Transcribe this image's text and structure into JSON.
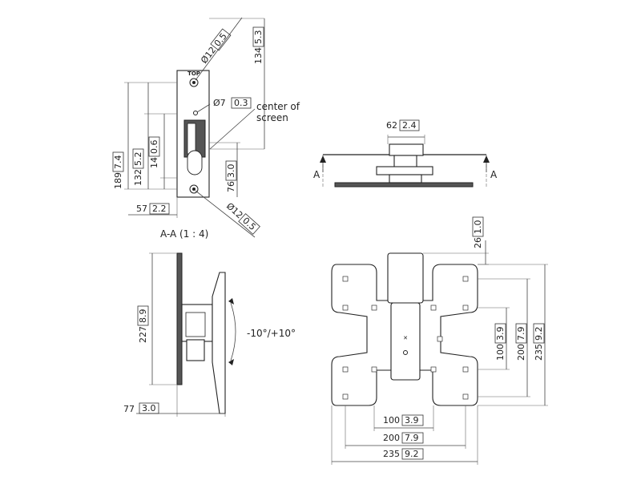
{
  "section": {
    "title": "A-A (1 : 4)",
    "dims": {
      "phi_top": {
        "mm": "Ø12",
        "in": "0.5"
      },
      "phi_mid": {
        "mm": "Ø7",
        "in": "0.3"
      },
      "phi_bot": {
        "mm": "Ø12",
        "in": "0.5"
      },
      "d134": {
        "mm": "134",
        "in": "5.3"
      },
      "d189": {
        "mm": "189",
        "in": "7.4"
      },
      "d132": {
        "mm": "132",
        "in": "5.2"
      },
      "d14": {
        "mm": "14",
        "in": "0.6"
      },
      "d76": {
        "mm": "76",
        "in": "3.0"
      },
      "d57": {
        "mm": "57",
        "in": "2.2"
      }
    },
    "top_mark": "TOP",
    "center_label_line1": "center of",
    "center_label_line2": "screen"
  },
  "top_view": {
    "d62": {
      "mm": "62",
      "in": "2.4"
    },
    "section_marker": "A"
  },
  "side_view": {
    "d227": {
      "mm": "227",
      "in": "8.9"
    },
    "d77": {
      "mm": "77",
      "in": "3.0"
    },
    "tilt": "-10°/+10°"
  },
  "front_view": {
    "d26": {
      "mm": "26",
      "in": "1.0"
    },
    "v100": {
      "mm": "100",
      "in": "3.9"
    },
    "v200": {
      "mm": "200",
      "in": "7.9"
    },
    "v235": {
      "mm": "235",
      "in": "9.2"
    },
    "h100": {
      "mm": "100",
      "in": "3.9"
    },
    "h200": {
      "mm": "200",
      "in": "7.9"
    },
    "h235": {
      "mm": "235",
      "in": "9.2"
    }
  }
}
